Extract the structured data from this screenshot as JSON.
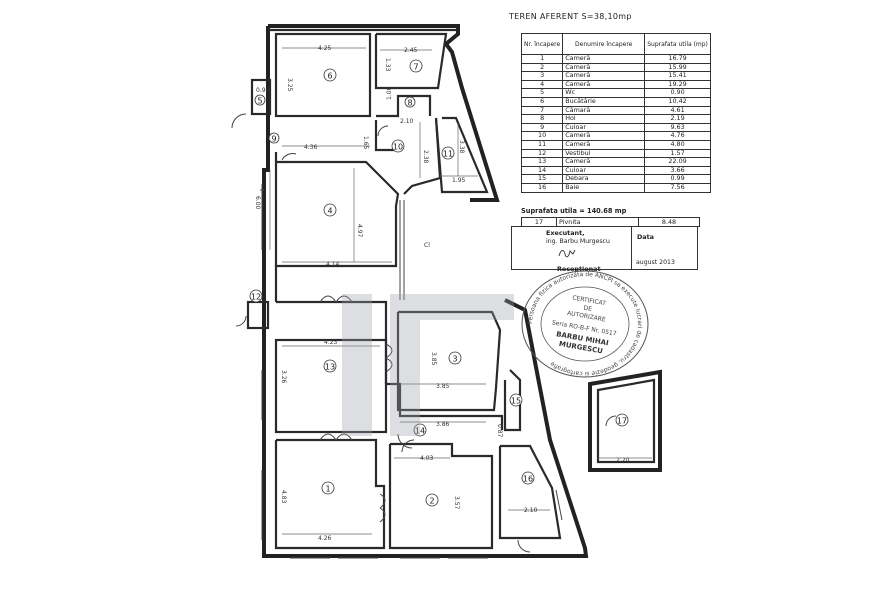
{
  "header": {
    "title": "TEREN AFERENT S=38,10mp"
  },
  "table": {
    "columns": [
      "Nr. încapere",
      "Denumire încapere",
      "Suprafata utila (mp)"
    ],
    "rows": [
      {
        "nr": "1",
        "name": "Cameră",
        "area": "16.79"
      },
      {
        "nr": "2",
        "name": "Cameră",
        "area": "15.99"
      },
      {
        "nr": "3",
        "name": "Cameră",
        "area": "15.41"
      },
      {
        "nr": "4",
        "name": "Cameră",
        "area": "19.29"
      },
      {
        "nr": "5",
        "name": "Wc",
        "area": "0.90"
      },
      {
        "nr": "6",
        "name": "Bucătărie",
        "area": "10.42"
      },
      {
        "nr": "7",
        "name": "Cămară",
        "area": "4.61"
      },
      {
        "nr": "8",
        "name": "Hol",
        "area": "2.19"
      },
      {
        "nr": "9",
        "name": "Culoar",
        "area": "9.63"
      },
      {
        "nr": "10",
        "name": "Cameră",
        "area": "4.76"
      },
      {
        "nr": "11",
        "name": "Cameră",
        "area": "4.80"
      },
      {
        "nr": "12",
        "name": "Vestibul",
        "area": "1.57"
      },
      {
        "nr": "13",
        "name": "Cameră",
        "area": "22.09"
      },
      {
        "nr": "14",
        "name": "Culoar",
        "area": "3.66"
      },
      {
        "nr": "15",
        "name": "Debara",
        "area": "0.99"
      },
      {
        "nr": "16",
        "name": "Baie",
        "area": "7.56"
      }
    ],
    "total": "Suprafata utila = 140.68 mp",
    "extra_row": {
      "nr": "17",
      "name": "Pivnita",
      "area": "8.48"
    }
  },
  "signature_block": {
    "executant_label": "Executant,",
    "engineer": "ing. Barbu Murgescu",
    "date_label": "Data",
    "date_value": "august 2013",
    "receptionat": "Receptionat"
  },
  "stamp": {
    "ring_text": "Persoana fizica autorizata de ANCPI sa execute lucrari de cadastru, geodezie si cartografie",
    "line1": "CERTIFICAT",
    "line2": "DE",
    "line3": "AUTORIZARE",
    "serie": "Seria RO-B-F Nr. 0517",
    "name1": "BARBU MIHAI",
    "name2": "MURGESCU"
  },
  "plan": {
    "room_numbers": [
      "1",
      "2",
      "3",
      "4",
      "5",
      "6",
      "7",
      "8",
      "9",
      "10",
      "11",
      "12",
      "13",
      "14",
      "15",
      "16",
      "17"
    ],
    "cl_label": "Cl",
    "dimensions": {
      "r6_w": "4.25",
      "r6_h": "3.25",
      "r7_w": "2.45",
      "r7_h": "1.33",
      "r5_w": "0.96",
      "r8_h": "1.00",
      "r8_w": "2.10",
      "r9_h": "1.65",
      "r10_w": "2.38",
      "r11_h": "3.38",
      "r11_w": "1.95",
      "left_h": "6.00",
      "r4_top": "4.36",
      "r4_h": "4.97",
      "r4_w": "4.14",
      "r13_h": "3.26",
      "r13_w": "4.23",
      "r3_h": "3.85",
      "r3_w": "3.85",
      "r14_w": "3.86",
      "r14_h": "0.87",
      "r1_h": "4.83",
      "r1_w": "4.26",
      "r2_w": "4.03",
      "r2_h": "3.57",
      "r16_w": "2.10",
      "r17_w": "2.20"
    }
  },
  "watermark": {
    "color": "#9aa0a8"
  }
}
